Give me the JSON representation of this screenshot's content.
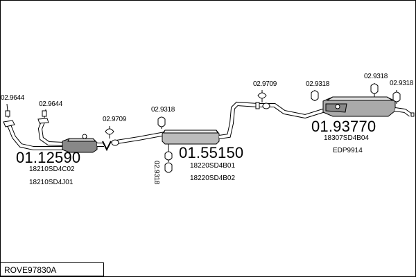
{
  "diagram": {
    "code": "ROVE97830A",
    "components": [
      {
        "number": "01.12590",
        "refs": [
          "18210SD4C02",
          "18210SD4J01"
        ]
      },
      {
        "number": "01.55150",
        "refs": [
          "18220SD4B01",
          "18220SD4B02"
        ]
      },
      {
        "number": "01.93770",
        "refs": [
          "18307SD4B04",
          "EDP9914"
        ]
      }
    ],
    "fittings": [
      "02.9644",
      "02.9644",
      "02.9709",
      "02.9318",
      "02.9318",
      "02.9709",
      "02.9318",
      "02.9318",
      "02.9318"
    ]
  },
  "colors": {
    "line": "#000000",
    "background": "#ffffff"
  }
}
